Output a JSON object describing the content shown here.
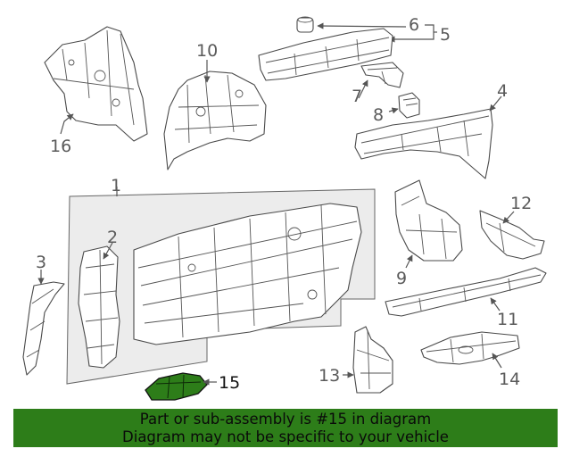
{
  "callouts": {
    "c1": "1",
    "c2": "2",
    "c3": "3",
    "c4": "4",
    "c5": "5",
    "c6": "6",
    "c7": "7",
    "c8": "8",
    "c9": "9",
    "c10": "10",
    "c11": "11",
    "c12": "12",
    "c13": "13",
    "c14": "14",
    "c15": "15",
    "c16": "16"
  },
  "highlight_color": "#2d7d19",
  "footer": {
    "line1": "Part or sub-assembly is #15 in diagram",
    "line2": "Diagram may not be specific to your vehicle",
    "background": "#2d7d19"
  }
}
